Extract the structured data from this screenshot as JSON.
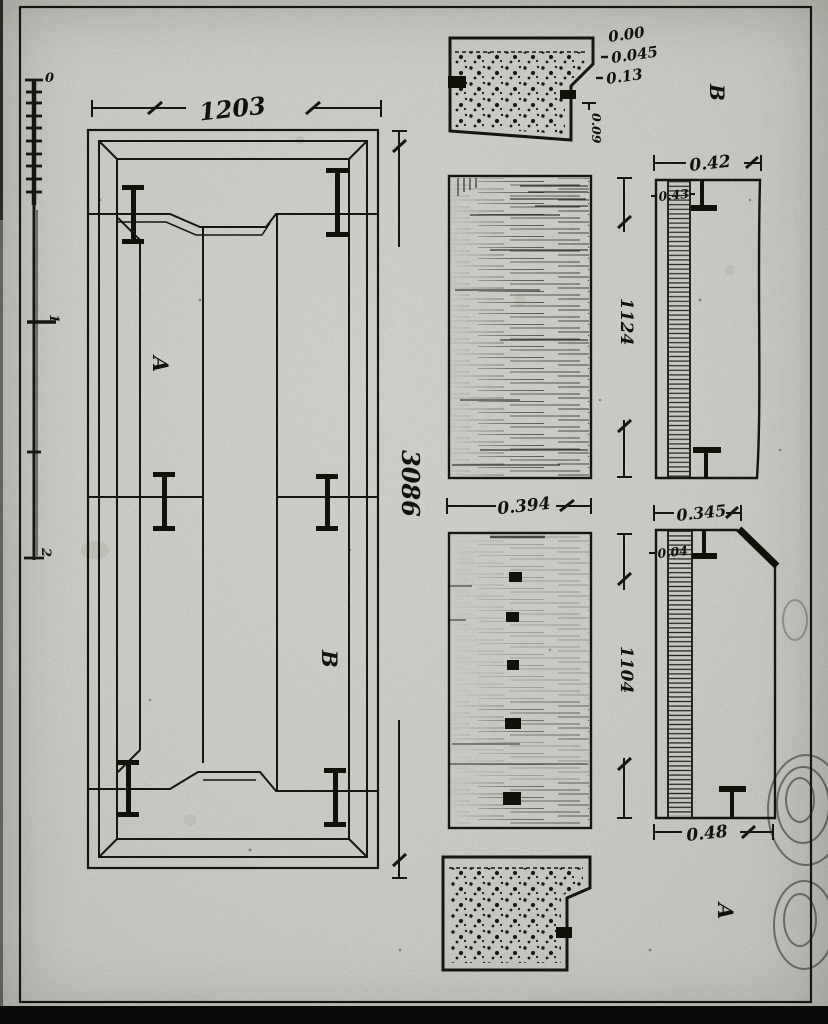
{
  "sheet": {
    "paper_color": "#e3e4dd",
    "ink_color": "#1a1a12"
  },
  "scale_bar": {
    "top": "0",
    "middle": "1",
    "bottom": "2"
  },
  "plan": {
    "width_dim": "1203",
    "length_dim": "3086",
    "label_a": "A",
    "label_b": "B"
  },
  "top_section": {
    "letter": "B",
    "offset_1": "0.00",
    "offset_2": "0.045",
    "offset_3": "0.13",
    "depth": "0.09"
  },
  "upper_board": {
    "height_dim": "1124"
  },
  "lower_board": {
    "width_dim": "0.394",
    "height_dim": "1104"
  },
  "upper_side": {
    "width_dim": "0.42",
    "plank_dim": "0.43"
  },
  "lower_side": {
    "width_dim": "0.345",
    "plank_dim": "0.04",
    "base_dim": "0.48"
  },
  "bottom_section": {
    "letter": "A"
  }
}
